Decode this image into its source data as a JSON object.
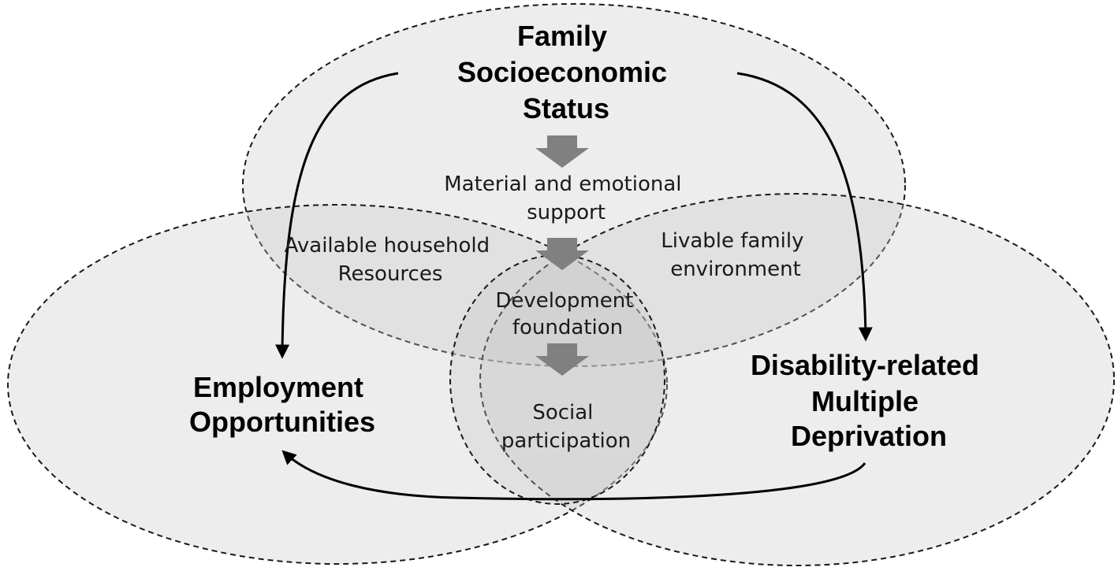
{
  "nodes": {
    "family_ses": [
      "Family",
      "Socioeconomic",
      "Status"
    ],
    "employment": [
      "Employment",
      "Opportunities"
    ],
    "disability": [
      "Disability-related",
      "Multiple",
      "Deprivation"
    ]
  },
  "labels": {
    "material_support": [
      "Material and emotional",
      "support"
    ],
    "household_resources": [
      "Available household",
      "Resources"
    ],
    "livable_environment": [
      "Livable family",
      "environment"
    ],
    "development_foundation": [
      "Development",
      "foundation"
    ],
    "social_participation": [
      "Social",
      "participation"
    ]
  },
  "colors": {
    "ellipse_fill": "#d9d9d9",
    "flow_arrow": "#808080",
    "stroke": "#000000"
  }
}
